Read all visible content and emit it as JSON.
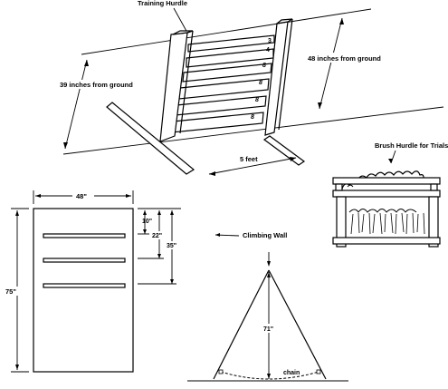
{
  "training_hurdle": {
    "title": "Training Hurdle",
    "height_low": "39 inches from ground",
    "height_high": "48 inches from ground",
    "base_width": "5 feet",
    "slot_marks": [
      "3",
      "4",
      "8",
      "8",
      "8",
      "8"
    ]
  },
  "brush_hurdle": {
    "title": "Brush Hurdle for Trials"
  },
  "climbing_wall_board": {
    "width": "48\"",
    "height": "75\"",
    "dim_1": "10\"",
    "dim_2": "22\"",
    "dim_3": "35\""
  },
  "climbing_wall_side": {
    "title": "Climbing Wall",
    "height": "71\"",
    "chain": "chain"
  }
}
